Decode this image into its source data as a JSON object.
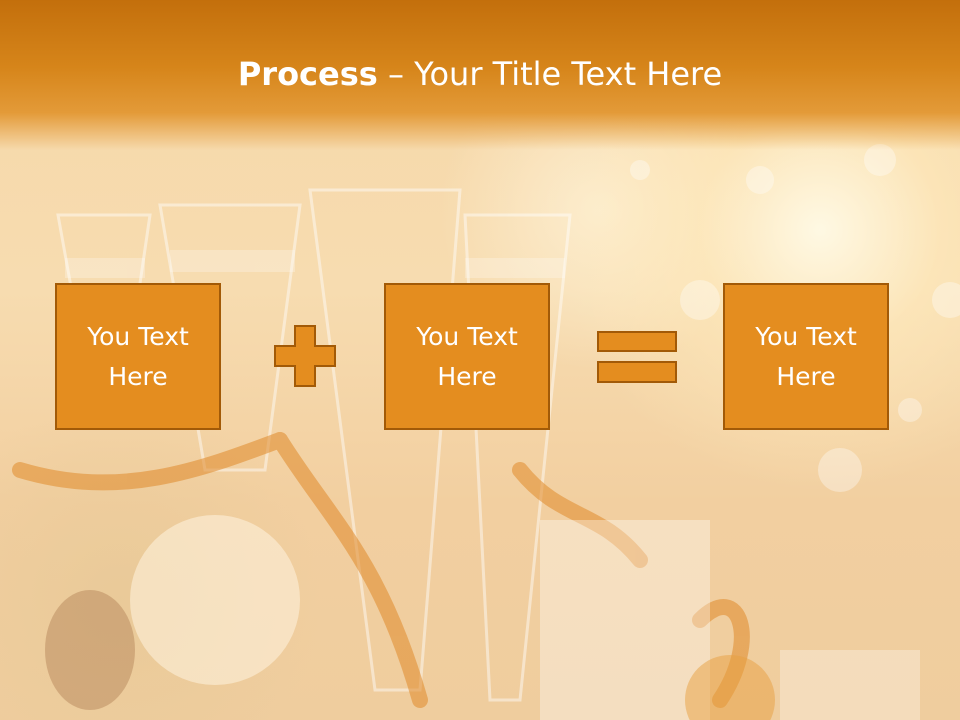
{
  "slide": {
    "title_bold": "Process",
    "title_rest": " – Your Title Text Here"
  },
  "process": {
    "boxes": [
      {
        "line1": "You Text",
        "line2": "Here"
      },
      {
        "line1": "You Text",
        "line2": "Here"
      },
      {
        "line1": "You Text",
        "line2": "Here"
      }
    ],
    "operators": [
      "plus-icon",
      "equals-icon"
    ]
  },
  "colors": {
    "title_bar": "#d6851a",
    "box_fill": "#e48d1f",
    "box_border": "#a25a07",
    "text": "#ffffff"
  }
}
